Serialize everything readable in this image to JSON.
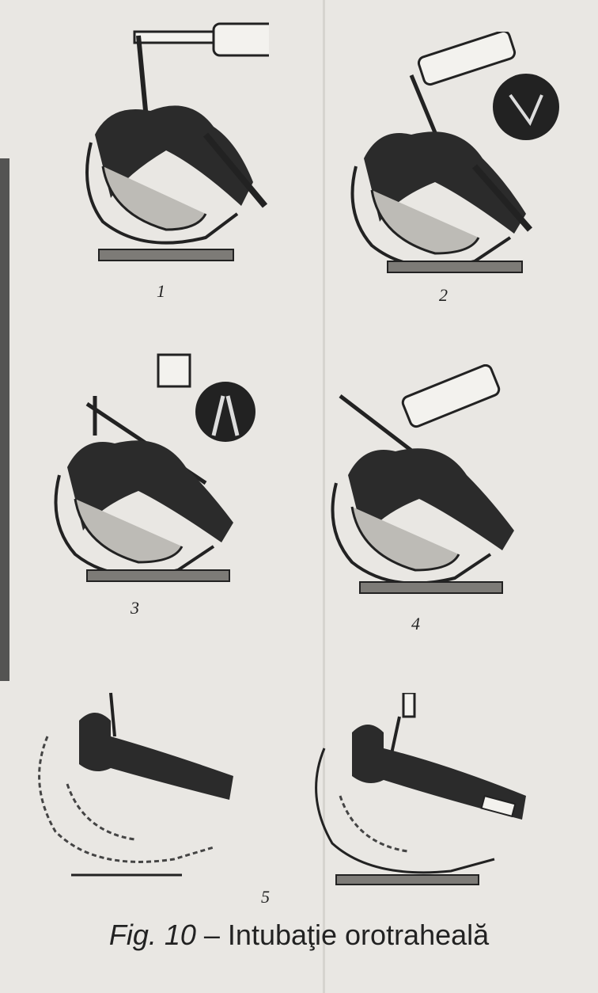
{
  "caption": {
    "fig_label": "Fig. 10",
    "dash": " – ",
    "title": "Intubaţie orotraheală"
  },
  "panels": [
    {
      "number": "1"
    },
    {
      "number": "2"
    },
    {
      "number": "3"
    },
    {
      "number": "4"
    },
    {
      "number": "5"
    },
    {
      "number": ""
    }
  ]
}
